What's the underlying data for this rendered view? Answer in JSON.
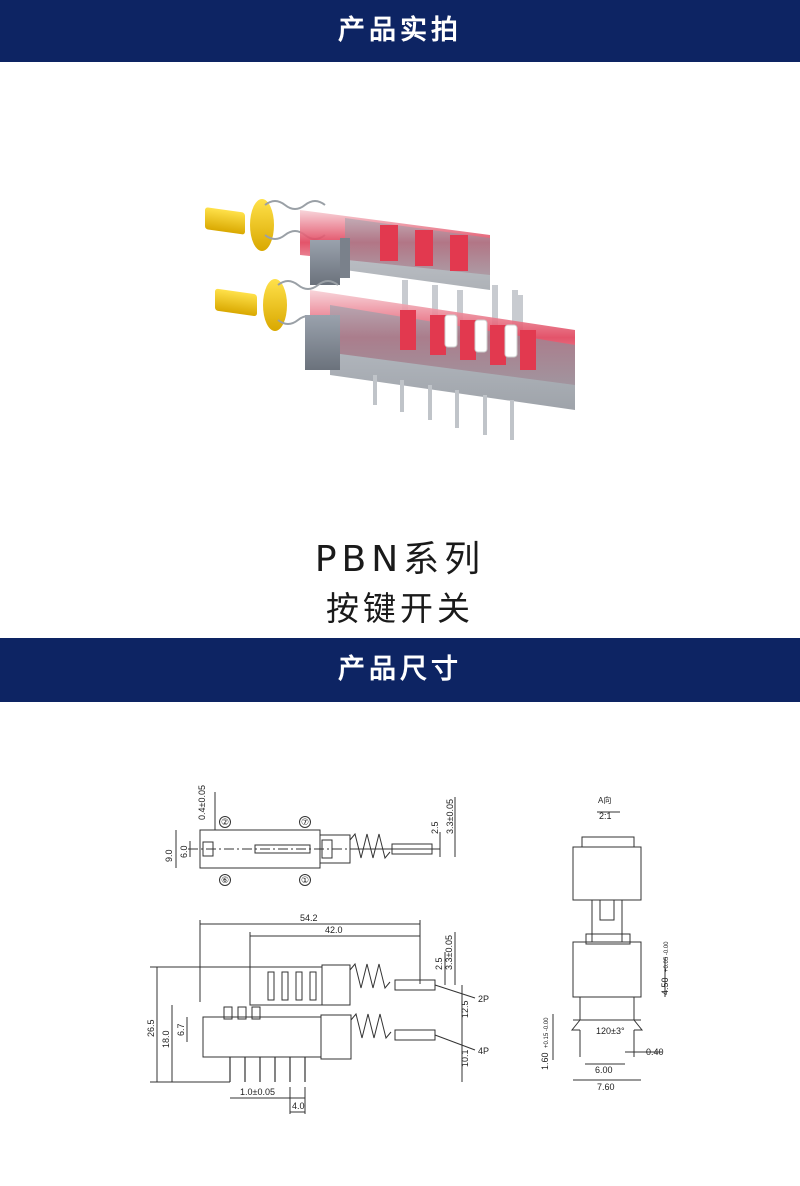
{
  "sections": [
    {
      "title": "产品实拍"
    },
    {
      "title": "产品尺寸"
    }
  ],
  "product": {
    "series": "PBN系列",
    "name": "按键开关"
  },
  "drawing": {
    "labels": {
      "dim_0_4": "0.4±0.05",
      "dim_2_5_top": "2.5",
      "dim_3_3_top": "3.3±0.05",
      "dim_9_0": "9.0",
      "dim_6_0": "6.0",
      "circ_2": "②",
      "circ_7": "⑦",
      "circ_6": "⑥",
      "circ_1": "①",
      "dim_54_2": "54.2",
      "dim_42_0": "42.0",
      "dim_2_5_side": "2.5",
      "dim_3_3_side": "3.3±0.05",
      "label_2p": "2P",
      "label_4p": "4P",
      "dim_12_5": "12.5",
      "dim_10_1": "10.1",
      "dim_26_5": "26.5",
      "dim_18_0": "18.0",
      "dim_6_7": "6.7",
      "dim_1_0": "1.0±0.05",
      "dim_4_0": "4.0",
      "view_a": "A向",
      "scale": "2:1",
      "dim_4_50": "4.50",
      "tol_4_50": "+0.05 -0.00",
      "angle": "120±3°",
      "dim_1_60": "1.60",
      "tol_1_60": "+0.15 -0.00",
      "dim_6_00": "6.00",
      "dim_0_40": "0.40",
      "dim_7_60": "7.60"
    }
  }
}
